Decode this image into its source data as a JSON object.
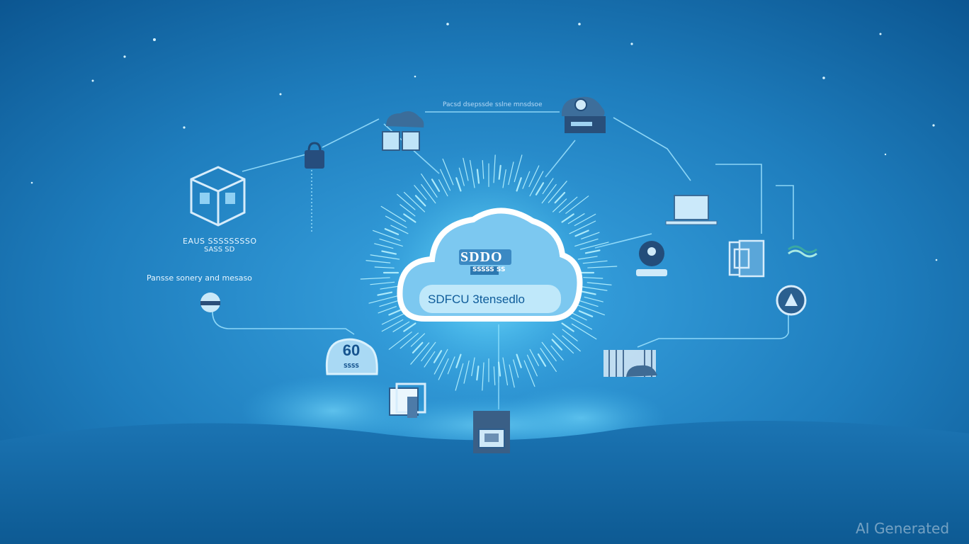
{
  "scene": {
    "header_text": "Pacsd dsepssde sslne mnsdsoe",
    "left_labels": [
      "EAUS SSSSSSSSO",
      "SASS SD",
      "Pansse sonery and mesaso"
    ],
    "badge": {
      "number": "60",
      "sub": "SSSS"
    },
    "cloud": {
      "top_text": "SDDO",
      "sub_text": "SSSSS SS",
      "main_text": "SDFCU 3tensedlo"
    }
  },
  "watermark": "AI Generated",
  "colors": {
    "background": "#1e7dbd",
    "background_dark": "#0d5c98",
    "glow": "#7fe3ff",
    "cloud_fill": "#7cc8f0",
    "icon": "#d6ecfb"
  },
  "icons": [
    "cube-icon",
    "network-switch-icon",
    "server-cloud-icon",
    "monitor-cloud-icon",
    "lock-icon",
    "laptop-icon",
    "robot-icon",
    "documents-icon",
    "wave-icon",
    "cloud-badge-icon",
    "globe-icon",
    "folder-icon",
    "storage-icon",
    "data-center-icon"
  ]
}
